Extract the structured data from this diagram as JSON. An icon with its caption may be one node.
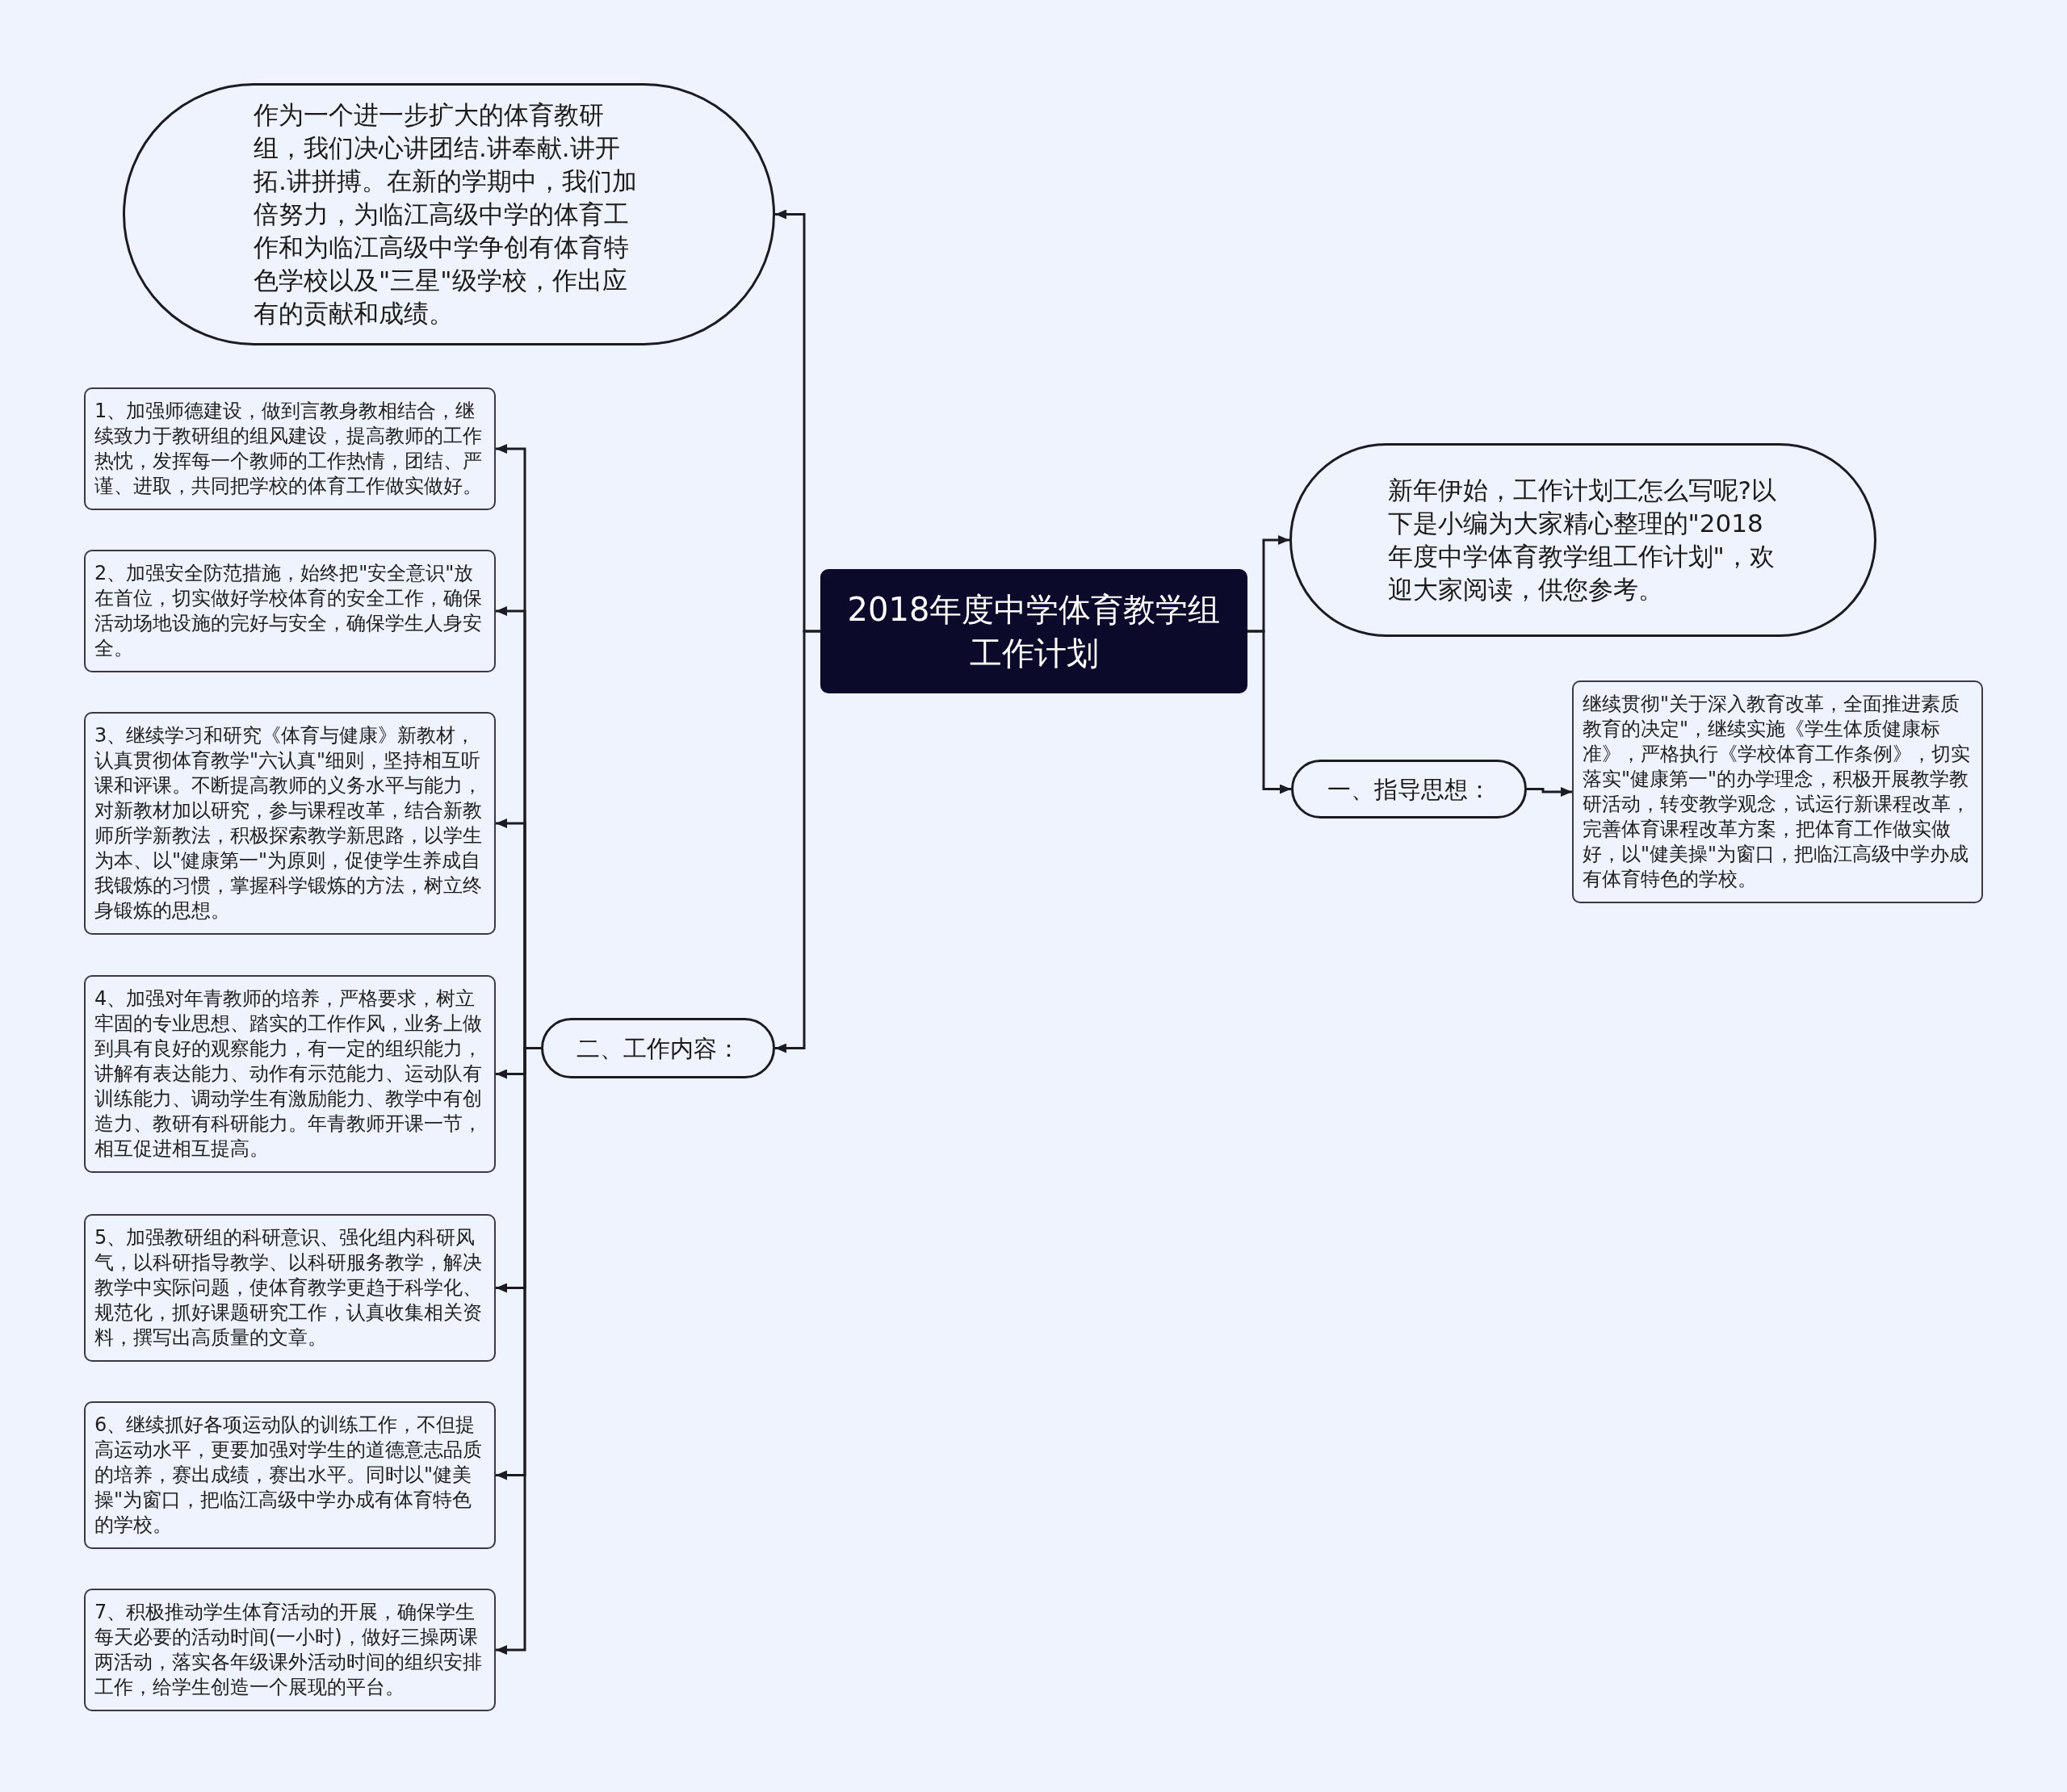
{
  "diagram": {
    "nodes": [
      {
        "text": [
          "2018年度中学体育教学组工作计划"
        ]
      },
      {
        "text": [
          "作为一个进一步扩大的体育教研组，我们决心讲团结.讲奉献.讲开拓.讲拼搏。在新的学期中，我们加倍努力，为临江高级中学的体育工作和为临江高级中学争创有体育特色学校以及\"三星\"级学校，作出应有的贡献和成绩。"
        ]
      },
      {
        "text": [
          "二、工作内容："
        ]
      },
      {
        "text": [
          "1、加强师德建设，做到言教身教相结合，继续致力于教研组的组风建设，提高教师的工作热忱，发挥每一个教师的工作热情，团结、严谨、进取，共同把学校的体育工作做实做好。"
        ]
      },
      {
        "text": [
          "2、加强安全防范措施，始终把\"安全意识\"放在首位，切实做好学校体育的安全工作，确保活动场地设施的完好与安全，确保学生人身安全。"
        ]
      },
      {
        "text": [
          "3、继续学习和研究《体育与健康》新教材，认真贯彻体育教学\"六认真\"细则，坚持相互听课和评课。不断提高教师的义务水平与能力，对新教材加以研究，参与课程改革，结合新教师所学新教法，积极探索教学新思路，以学生为本、以\"健康第一\"为原则，促使学生养成自我锻炼的习惯，掌握科学锻炼的方法，树立终身锻炼的思想。"
        ]
      },
      {
        "text": [
          "4、加强对年青教师的培养，严格要求，树立牢固的专业思想、踏实的工作作风，业务上做到具有良好的观察能力，有一定的组织能力，讲解有表达能力、动作有示范能力、运动队有训练能力、调动学生有激励能力、教学中有创造力、教研有科研能力。年青教师开课一节，相互促进相互提高。"
        ]
      },
      {
        "text": [
          "5、加强教研组的科研意识、强化组内科研风气，以科研指导教学、以科研服务教学，解决教学中实际问题，使体育教学更趋于科学化、规范化，抓好课题研究工作，认真收集相关资料，撰写出高质量的文章。"
        ]
      },
      {
        "text": [
          "6、继续抓好各项运动队的训练工作，不但提高运动水平，更要加强对学生的道德意志品质的培养，赛出成绩，赛出水平。同时以\"健美操\"为窗口，把临江高级中学办成有体育特色的学校。"
        ]
      },
      {
        "text": [
          "7、积极推动学生体育活动的开展，确保学生每天必要的活动时间(一小时)，做好三操两课两活动，落实各年级课外活动时间的组织安排工作，给学生创造一个展现的平台。"
        ]
      },
      {
        "text": [
          "新年伊始，工作计划工怎么写呢?以下是小编为大家精心整理的\"2018年度中学体育教学组工作计划\"，欢迎大家阅读，供您参考。"
        ]
      },
      {
        "text": [
          "一、指导思想："
        ]
      },
      {
        "text": [
          "继续贯彻\"关于深入教育改革，全面推进素质教育的决定\"，继续实施《学生体质健康标准》，严格执行《学校体育工作条例》，切实落实\"健康第一\"的办学理念，积极开展教学教研活动，转变教学观念，试运行新课程改革，完善体育课程改革方案，把体育工作做实做好，以\"健美操\"为窗口，把临江高级中学办成有体育特色的学校。"
        ]
      }
    ],
    "edges": [
      {
        "from": 0,
        "to": 1,
        "arrow": "to"
      },
      {
        "from": 0,
        "to": 2,
        "arrow": "to"
      },
      {
        "from": 2,
        "to": 3,
        "arrow": "to"
      },
      {
        "from": 2,
        "to": 4,
        "arrow": "to"
      },
      {
        "from": 2,
        "to": 5,
        "arrow": "to"
      },
      {
        "from": 2,
        "to": 6,
        "arrow": "to"
      },
      {
        "from": 2,
        "to": 7,
        "arrow": "to"
      },
      {
        "from": 2,
        "to": 8,
        "arrow": "to"
      },
      {
        "from": 2,
        "to": 9,
        "arrow": "to"
      },
      {
        "from": 0,
        "to": 10,
        "arrow": "to"
      },
      {
        "from": 0,
        "to": 11,
        "arrow": "to"
      },
      {
        "from": 11,
        "to": 12,
        "arrow": "to"
      }
    ]
  }
}
